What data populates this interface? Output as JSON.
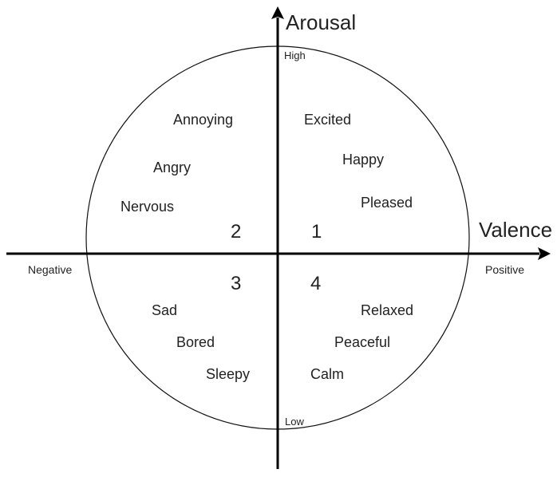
{
  "axes": {
    "y_title": "Arousal",
    "x_title": "Valence",
    "y_high": "High",
    "y_low": "Low",
    "x_negative": "Negative",
    "x_positive": "Positive"
  },
  "quadrants": {
    "q1": "1",
    "q2": "2",
    "q3": "3",
    "q4": "4"
  },
  "emotions": {
    "annoying": "Annoying",
    "angry": "Angry",
    "nervous": "Nervous",
    "excited": "Excited",
    "happy": "Happy",
    "pleased": "Pleased",
    "sad": "Sad",
    "bored": "Bored",
    "sleepy": "Sleepy",
    "relaxed": "Relaxed",
    "peaceful": "Peaceful",
    "calm": "Calm"
  }
}
